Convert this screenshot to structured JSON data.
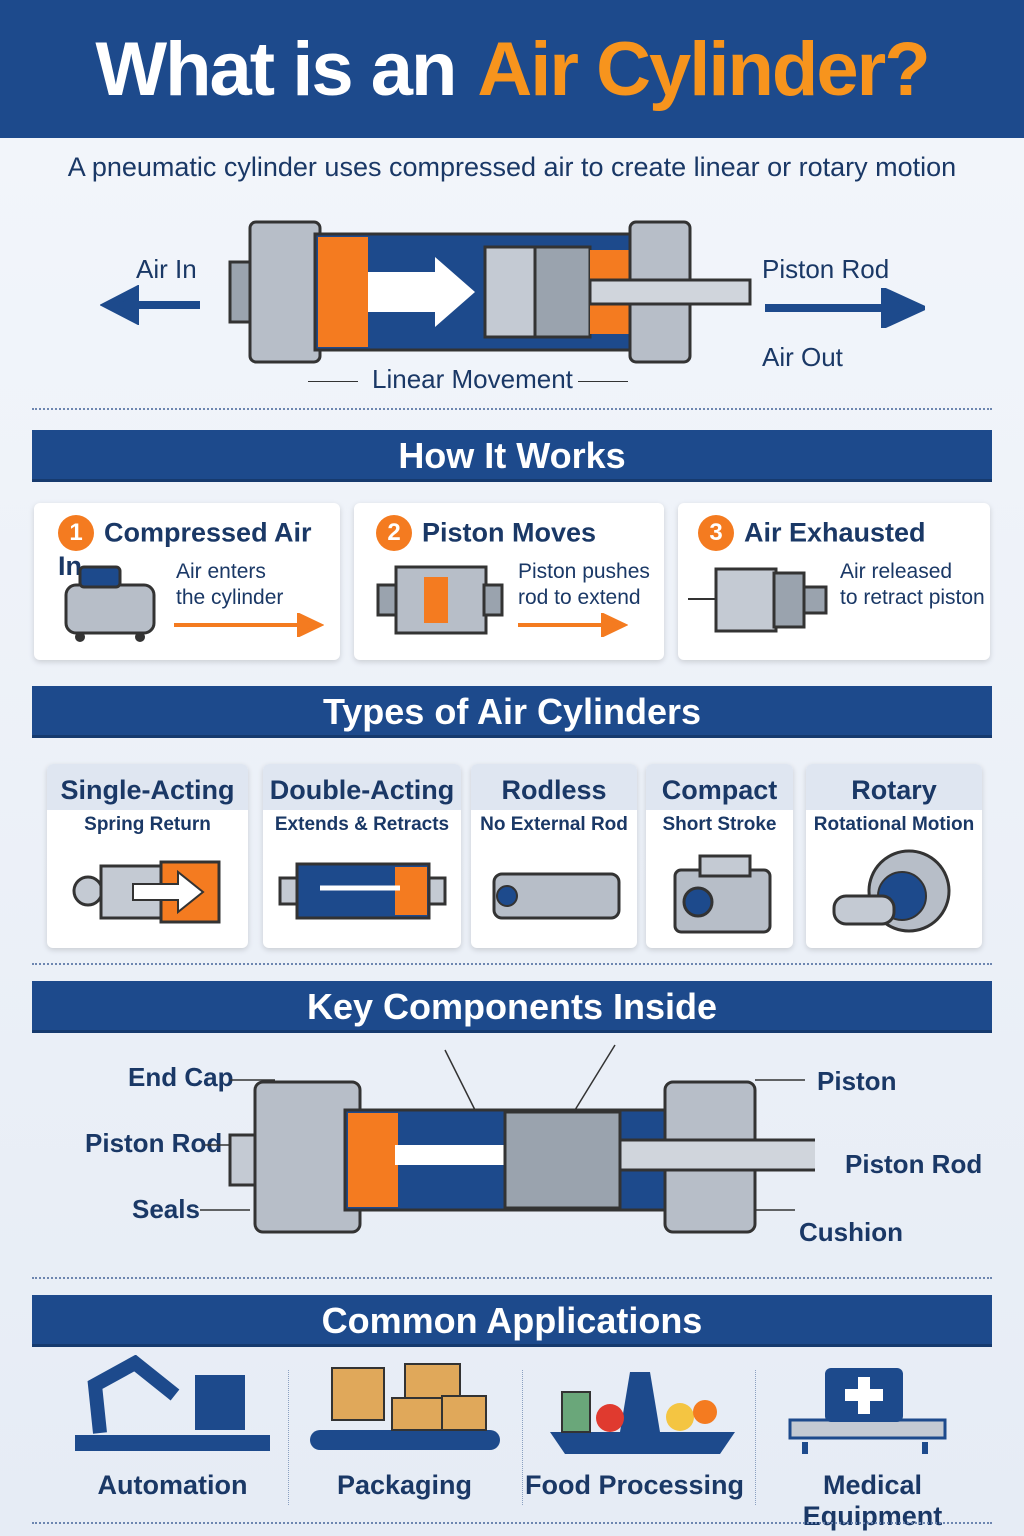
{
  "title": {
    "part1": "What is an",
    "part2": "Air Cylinder?"
  },
  "subtitle": "A pneumatic cylinder uses compressed air to create linear or rotary motion",
  "hero": {
    "air_in": "Air In",
    "piston_rod": "Piston Rod",
    "air_out": "Air Out",
    "linear_movement": "Linear Movement"
  },
  "how": {
    "title": "How It Works",
    "steps": [
      {
        "num": "1",
        "title": "Compressed Air In",
        "text1": "Air enters",
        "text2": "the cylinder"
      },
      {
        "num": "2",
        "title": "Piston Moves",
        "text1": "Piston pushes",
        "text2": "rod to extend"
      },
      {
        "num": "3",
        "title": "Air Exhausted",
        "text1": "Air released",
        "text2": "to retract piston"
      }
    ]
  },
  "types": {
    "title": "Types of Air Cylinders",
    "items": [
      {
        "name": "Single-Acting",
        "desc": "Spring Return"
      },
      {
        "name": "Double-Acting",
        "desc": "Extends & Retracts"
      },
      {
        "name": "Rodless",
        "desc": "No External Rod"
      },
      {
        "name": "Compact",
        "desc": "Short Stroke"
      },
      {
        "name": "Rotary",
        "desc": "Rotational Motion"
      }
    ]
  },
  "components": {
    "title": "Key Components Inside",
    "end_cap": "End Cap",
    "piston_rod_left": "Piston Rod",
    "seals": "Seals",
    "piston": "Piston",
    "piston_rod_right": "Piston Rod",
    "cushion": "Cushion"
  },
  "applications": {
    "title": "Common Applications",
    "items": [
      "Automation",
      "Packaging",
      "Food Processing",
      "Medical Equipment"
    ]
  },
  "colors": {
    "blue": "#1d4a8c",
    "orange": "#f47b20",
    "navy": "#1a3866"
  }
}
